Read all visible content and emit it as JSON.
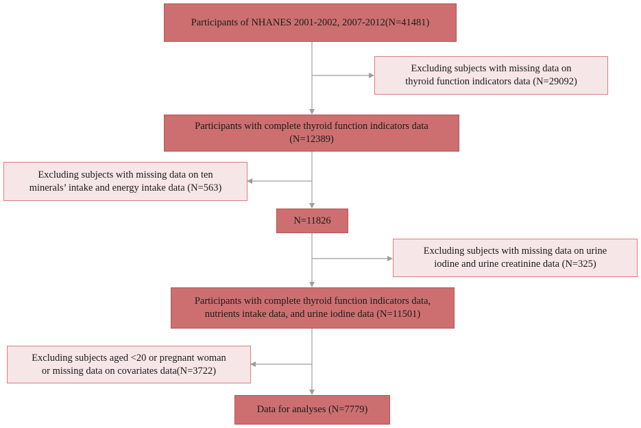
{
  "flowchart": {
    "start": {
      "lines": [
        "Participants of NHANES 2001-2002, 2007-2012(N=41481)"
      ]
    },
    "exclusion_1": {
      "lines": [
        "Excluding subjects with missing data on",
        "thyroid function  indicators data (N=29092)"
      ]
    },
    "step_2": {
      "lines": [
        "Participants with complete thyroid function indicators data",
        "(N=12389)"
      ]
    },
    "exclusion_2": {
      "lines": [
        "Excluding subjects with missing data on ten",
        "minerals’ intake and energy intake data (N=563)"
      ]
    },
    "step_3": {
      "lines": [
        "N=11826"
      ]
    },
    "exclusion_3": {
      "lines": [
        "Excluding subjects with missing data on urine",
        "iodine and urine creatinine data (N=325)"
      ]
    },
    "step_4": {
      "lines": [
        "Participants with complete thyroid function indicators data,",
        "nutrients intake data, and urine iodine data (N=11501)"
      ]
    },
    "exclusion_4": {
      "lines": [
        "Excluding subjects aged <20 or pregnant woman",
        "or missing data on covariates  data(N=3722)"
      ]
    },
    "final": {
      "lines": [
        "Data for analyses (N=7779)"
      ]
    }
  },
  "colors": {
    "main_box_fill": "#cd6f70",
    "side_box_fill": "#f7e6e7",
    "side_box_border": "#d97e80",
    "connector": "#9e9e9e"
  }
}
